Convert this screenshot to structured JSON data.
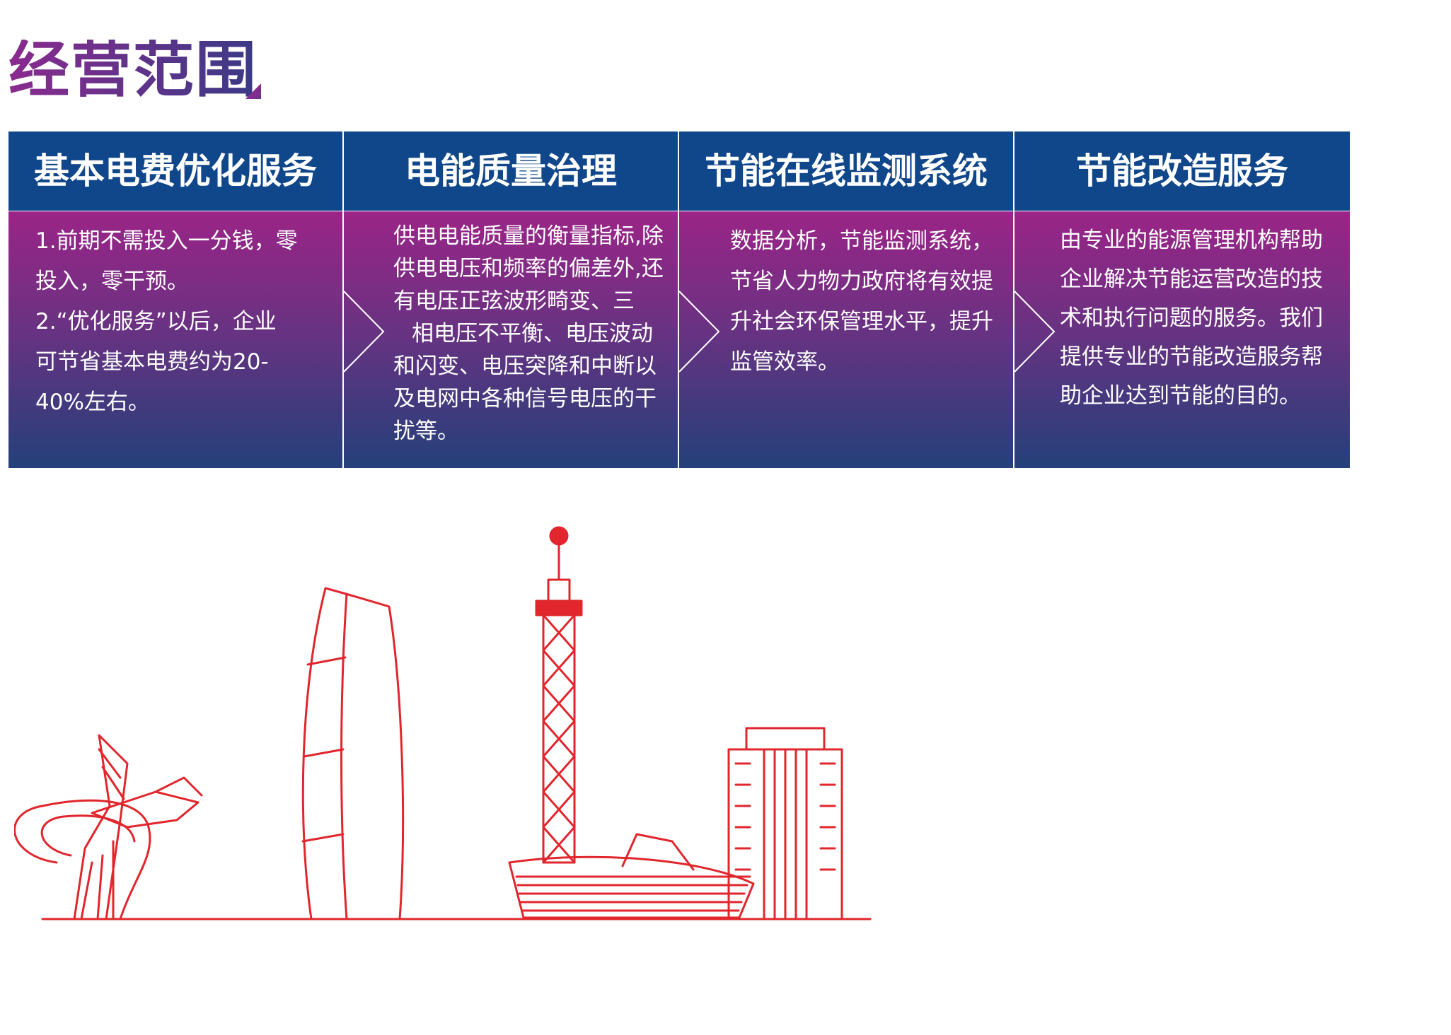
{
  "page": {
    "title": "经营范围"
  },
  "services": [
    {
      "title": "基本电费优化服务",
      "lines": [
        "1.前期不需投入一分钱，零",
        "投入，零干预。",
        "2.“优化服务”以后，企业",
        "可节省基本电费约为20-",
        "40%左右。"
      ]
    },
    {
      "title": "电能质量治理",
      "lines": [
        "供电电能质量的衡量指标,除",
        "供电电压和频率的偏差外,还",
        "有电压正弦波形畸变、三",
        "相电压不平衡、电压波动",
        "和闪变、电压突降和中断以",
        "及电网中各种信号电压的干",
        "扰等。"
      ]
    },
    {
      "title": "节能在线监测系统",
      "lines": [
        "数据分析，节能监测系统，",
        "节省人力物力政府将有效提",
        "升社会环保管理水平，提升",
        "监管效率。"
      ]
    },
    {
      "title": "节能改造服务",
      "lines": [
        "由专业的能源管理机构帮助",
        "企业解决节能运营改造的技",
        "术和执行问题的服务。我们",
        "提供专业的节能改造服务帮",
        "助企业达到节能的目的。"
      ]
    }
  ],
  "colors": {
    "header_blue": "#10468a",
    "gradient_top": "#9b2487",
    "gradient_bottom": "#24407a",
    "skyline_red": "#e1262d"
  },
  "icons": [
    "title-corner-triangle",
    "chevron-arrow",
    "city-skyline-illustration"
  ]
}
